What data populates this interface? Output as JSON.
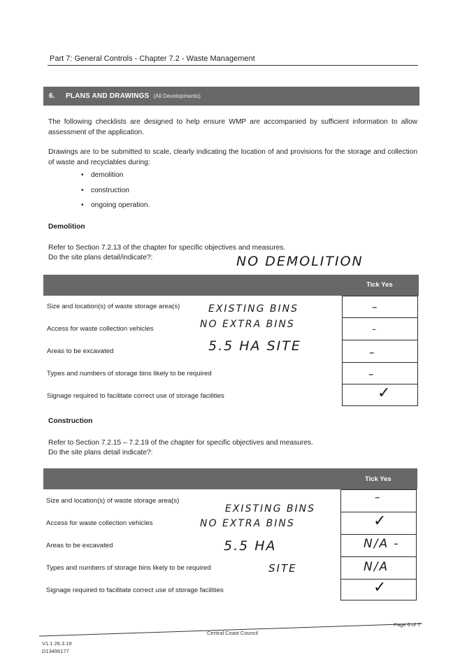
{
  "header": {
    "title": "Part 7:  General Controls - Chapter 7.2 - Waste Management"
  },
  "section": {
    "number": "6.",
    "title": "PLANS AND DRAWINGS",
    "subtitle": "(All Developments)"
  },
  "intro_paragraph": "The following checklists are designed to help ensure WMP are accompanied by sufficient information to allow assessment of the application.",
  "drawings_paragraph": "Drawings are to be submitted to scale, clearly indicating the location of and provisions for the storage and collection of waste and recyclables during:",
  "bullets": [
    "demolition",
    "construction",
    "ongoing operation."
  ],
  "demolition": {
    "heading": "Demolition",
    "refer_line": "Refer to Section 7.2.13 of the chapter for specific objectives and measures.",
    "question": "Do the site plans detail/indicate?:",
    "handwritten_note": "NO DEMOLITION",
    "tick_header": "Tick Yes",
    "rows": [
      {
        "label": "Size and location(s) of waste storage area(s)",
        "handwritten": "EXISTING BINS"
      },
      {
        "label": "Access for waste collection vehicles",
        "handwritten": "NO EXTRA BINS"
      },
      {
        "label": "Areas to be excavated",
        "handwritten": "5.5 HA SITE"
      },
      {
        "label": "Types and numbers of storage bins likely to be required",
        "handwritten": ""
      },
      {
        "label": "Signage required to facilitate correct use of storage facilities",
        "handwritten": ""
      }
    ],
    "ticks": [
      "–",
      "–",
      "–",
      "–",
      "✓"
    ]
  },
  "construction": {
    "heading": "Construction",
    "refer_line": "Refer to Section 7.2.15 – 7.2.19 of the chapter for specific objectives and measures.",
    "question": "Do the site plans detail indicate?:",
    "tick_header": "Tick Yes",
    "rows": [
      {
        "label": "Size and location(s) of waste storage area(s)"
      },
      {
        "label": "Access for waste collection vehicles"
      },
      {
        "label": "Areas to be excavated"
      },
      {
        "label": "Types and numbers of storage bins likely to be required"
      },
      {
        "label": "Signage required to facilitate correct use of storage facilities"
      }
    ],
    "handwritten": [
      "EXISTING BINS",
      "NO EXTRA BINS",
      "5.5 HA",
      "SITE"
    ],
    "ticks": [
      "–",
      "✓",
      "N/A -",
      "N/A",
      "✓"
    ]
  },
  "footer": {
    "council": "Central Coast Council",
    "page": "Page 6 of 7",
    "version": "V1.1  26.3.19",
    "doc_id": "D13496177"
  }
}
